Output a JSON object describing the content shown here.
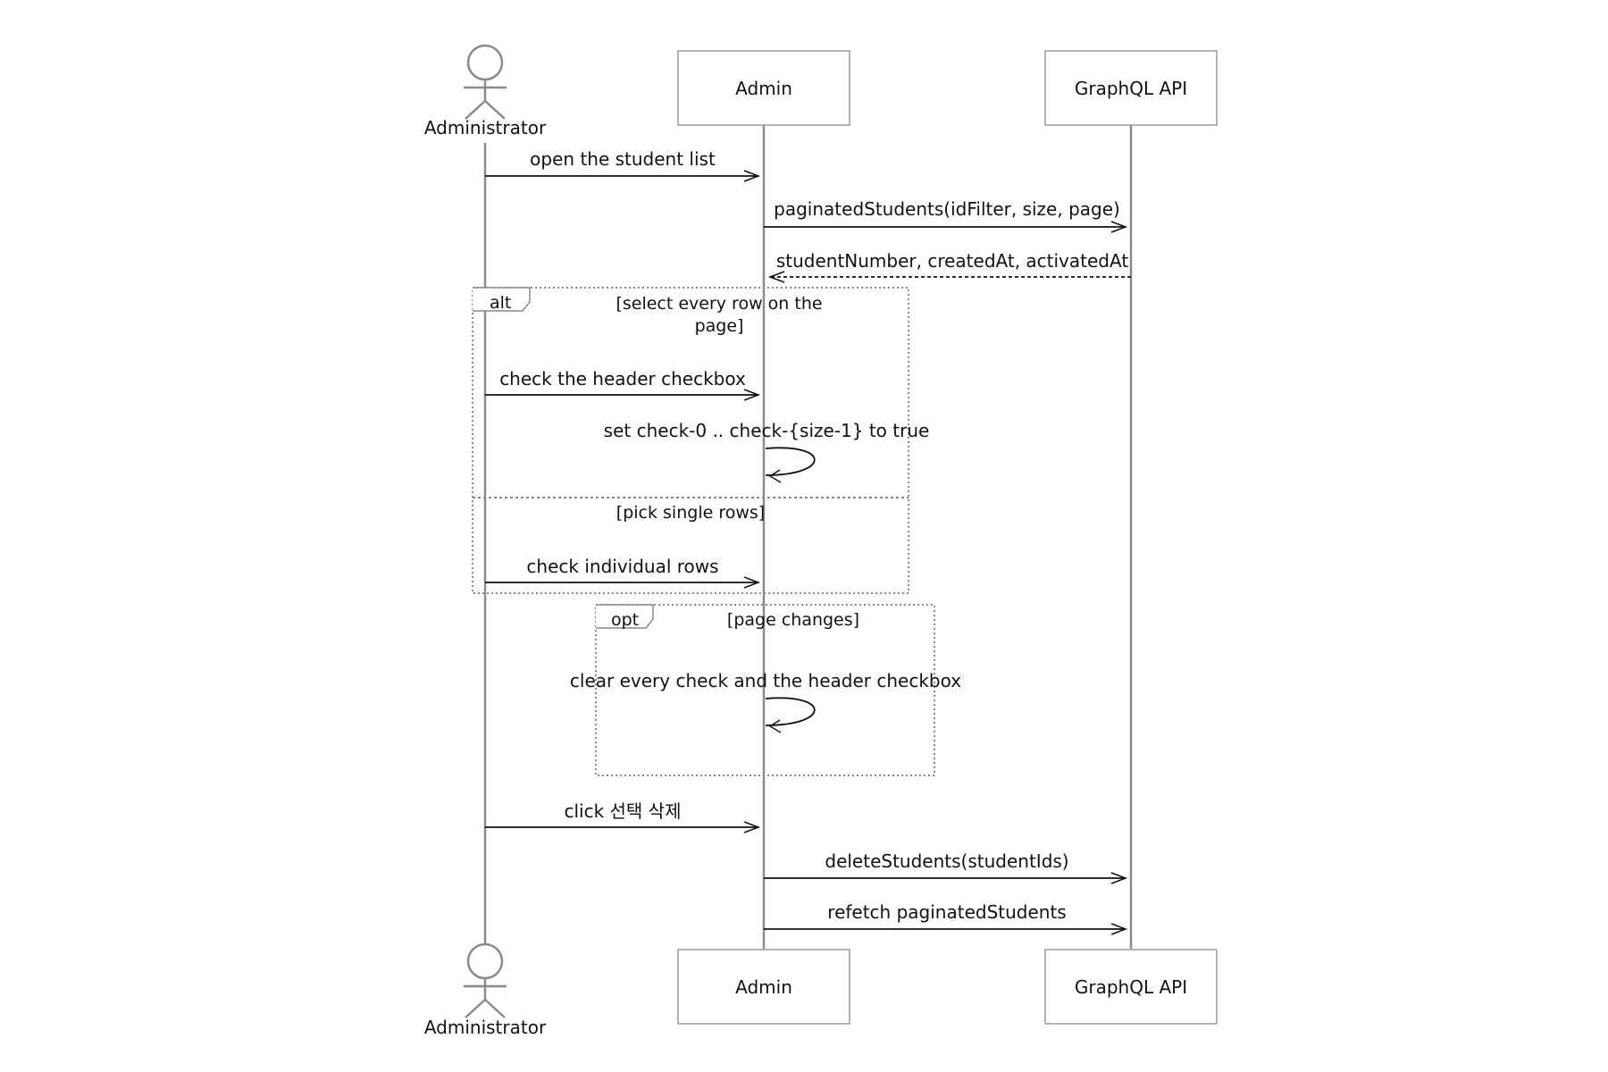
{
  "participants": {
    "administrator": {
      "label": "Administrator"
    },
    "admin": {
      "label": "Admin"
    },
    "graphql": {
      "label": "GraphQL API"
    }
  },
  "messages": {
    "m1": {
      "label": "open the student list",
      "style": "solid"
    },
    "m2": {
      "label": "paginatedStudents(idFilter, size, page)",
      "style": "solid"
    },
    "m3": {
      "label": "studentNumber, createdAt, activatedAt",
      "style": "dashed"
    },
    "m4": {
      "label": "check the header checkbox",
      "style": "solid"
    },
    "m5": {
      "label": "set check-0 .. check-{size-1} to true",
      "style": "solid"
    },
    "m6": {
      "label": "check individual rows",
      "style": "solid"
    },
    "m7": {
      "label": "clear every check and the header checkbox",
      "style": "solid"
    },
    "m8": {
      "label": "click 선택 삭제",
      "style": "solid"
    },
    "m9": {
      "label": "deleteStudents(studentIds)",
      "style": "solid"
    },
    "m10": {
      "label": "refetch paginatedStudents",
      "style": "solid"
    }
  },
  "frames": {
    "alt": {
      "tag": "alt",
      "guard_line1": "[select every row on the",
      "guard_line2": "page]",
      "else_guard": "[pick single rows]"
    },
    "opt": {
      "tag": "opt",
      "guard": "[page changes]"
    }
  },
  "colors": {
    "line": "#8a8a8a",
    "box_stroke": "#9a9a9a",
    "arrow": "#111111",
    "frame": "#888888",
    "text": "#111111"
  }
}
